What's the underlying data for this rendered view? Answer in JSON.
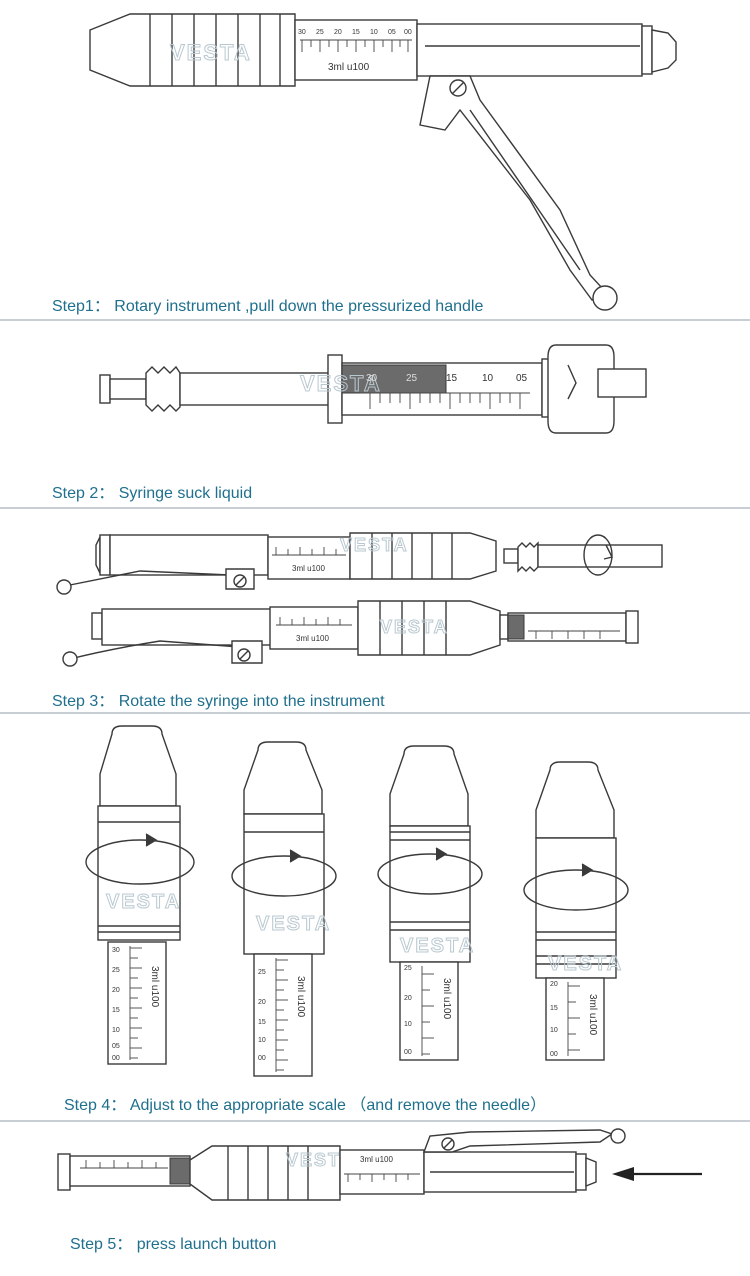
{
  "steps": [
    {
      "caption": "Step1： Rotary instrument ,pull down  the  pressurized handle"
    },
    {
      "caption": "Step 2： Syringe suck liquid"
    },
    {
      "caption": "Step 3：  Rotate the syringe into the instrument"
    },
    {
      "caption": "Step 4：  Adjust  to the appropriate scale （and remove the needle）"
    },
    {
      "caption": "Step 5：  press launch button"
    }
  ],
  "device": {
    "watermark": "VESTA",
    "scale_label": "3ml u100",
    "scale_ticks": [
      "30",
      "25",
      "20",
      "15",
      "10",
      "05",
      "00"
    ],
    "syringe_ticks": [
      "30",
      "25",
      "15",
      "10",
      "05"
    ]
  },
  "colors": {
    "caption": "#1f6f8e",
    "line": "#3a3a3a",
    "separator": "#c8ced3"
  }
}
